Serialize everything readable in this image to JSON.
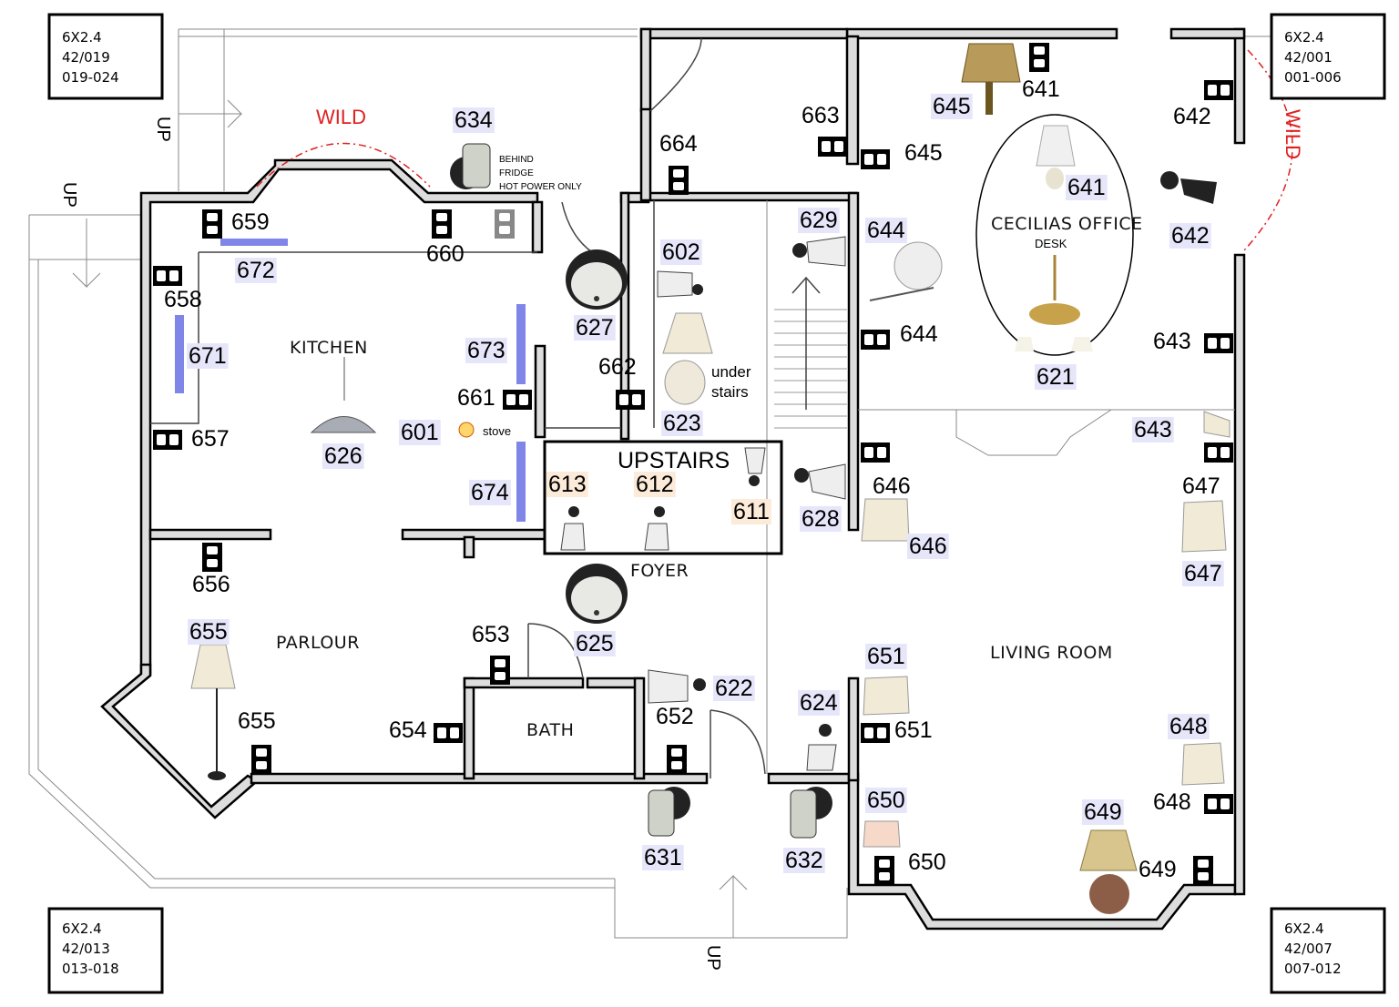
{
  "colors": {
    "wild": "#e02020",
    "badge": "#e6e6fa",
    "badge_orange": "#fdebd9",
    "led": "#7f86e8"
  },
  "corner_boxes": [
    {
      "lines": [
        "6X2.4",
        "42/019",
        "019-024"
      ]
    },
    {
      "lines": [
        "6X2.4",
        "42/001",
        "001-006"
      ]
    },
    {
      "lines": [
        "6X2.4",
        "42/013",
        "013-018"
      ]
    },
    {
      "lines": [
        "6X2.4",
        "42/007",
        "007-012"
      ]
    }
  ],
  "rooms": {
    "kitchen": "KITCHEN",
    "parlour": "PARLOUR",
    "bath": "BATH",
    "foyer": "FOYER",
    "living_room": "LIVING ROOM",
    "office": "CECILIAS OFFICE",
    "desk": "DESK",
    "upstairs": "UPSTAIRS",
    "under_stairs_1": "under",
    "under_stairs_2": "stairs",
    "stove": "stove"
  },
  "annotations": {
    "wild_1": "WILD",
    "wild_2": "WILD",
    "fridge_1": "BEHIND",
    "fridge_2": "FRIDGE",
    "fridge_3": "HOT POWER ONLY",
    "up_1": "UP",
    "up_2": "UP",
    "up_3": "UP"
  },
  "labels": {
    "l601": "601",
    "l602": "602",
    "l611": "611",
    "l612": "612",
    "l613": "613",
    "l621": "621",
    "l622": "622",
    "l623": "623",
    "l624": "624",
    "l625": "625",
    "l626": "626",
    "l627": "627",
    "l628": "628",
    "l629": "629",
    "l631": "631",
    "l632": "632",
    "l634": "634",
    "l641a": "641",
    "l641b": "641",
    "l642a": "642",
    "l642b": "642",
    "l643a": "643",
    "l643b": "643",
    "l644a": "644",
    "l644b": "644",
    "l645a": "645",
    "l645b": "645",
    "l646a": "646",
    "l646b": "646",
    "l647a": "647",
    "l647b": "647",
    "l648a": "648",
    "l648b": "648",
    "l649a": "649",
    "l649b": "649",
    "l650a": "650",
    "l650b": "650",
    "l651a": "651",
    "l651b": "651",
    "l652": "652",
    "l653": "653",
    "l654": "654",
    "l655a": "655",
    "l655b": "655",
    "l656": "656",
    "l657": "657",
    "l658": "658",
    "l659": "659",
    "l660": "660",
    "l661": "661",
    "l662": "662",
    "l663": "663",
    "l664": "664",
    "l671": "671",
    "l672": "672",
    "l673": "673",
    "l674": "674"
  }
}
